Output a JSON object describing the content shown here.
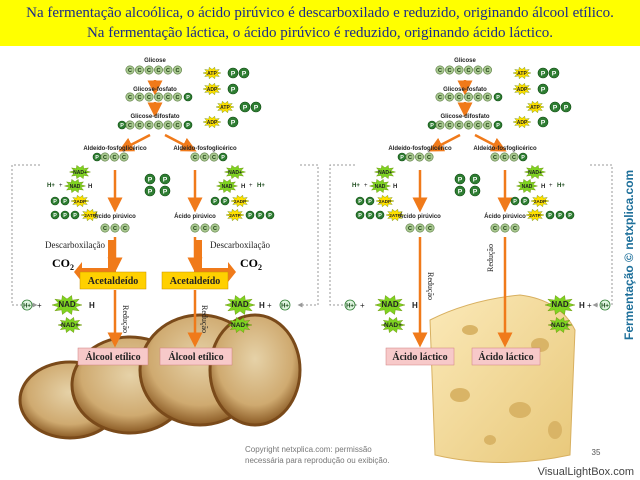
{
  "banner": {
    "line1": "Na fermentação alcoólica, o ácido pirúvico é descarboxilado e reduzido, originando álcool etílico.",
    "line2": "Na fermentação láctica, o ácido pirúvico é reduzido, originando ácido láctico."
  },
  "pathway": {
    "glicose": "Glicose",
    "glicose_fosfato": "Glicose-fosfato",
    "glicose_difosfato": "Glicose-difosfato",
    "aldeido": "Aldeído-fosfoglicérico",
    "acido_piruvico": "Ácido pirúvico",
    "c": "C",
    "p": "P",
    "atp": "ATP",
    "adp": "ADP",
    "two_atp": "2ATP",
    "two_adp": "2ADP",
    "nad_plus": "NAD+",
    "nad": "NAD",
    "h": "H",
    "h_plus": "H+",
    "plus": "+"
  },
  "alcoholic": {
    "descarboxilacao": "Descarboxilação",
    "co2": "CO",
    "co2_sub": "2",
    "acetaldeido": "Acetaldeído",
    "reducao": "Redução",
    "product": "Álcool etílico"
  },
  "lactic": {
    "reducao": "Redução",
    "product": "Ácido láctico"
  },
  "side_credit": "Fermentação © netxplica.com",
  "copyright": {
    "line1": "Copyright netxplica.com: permissão",
    "line2": "necessária para reprodução ou exibição."
  },
  "page_number": "35",
  "watermark": "VisualLightBox.com",
  "colors": {
    "banner_bg": "#ffff00",
    "banner_text": "#1a2a8c",
    "carbon": "#a8c890",
    "phosphate": "#2e7d32",
    "atp_star": "#ffe000",
    "nad_star": "#7ed321",
    "arrow": "#f07a1a",
    "acetaldeido_box": "#ffd000",
    "product_box": "#f7c9c9",
    "credit": "#1d6f9a"
  }
}
